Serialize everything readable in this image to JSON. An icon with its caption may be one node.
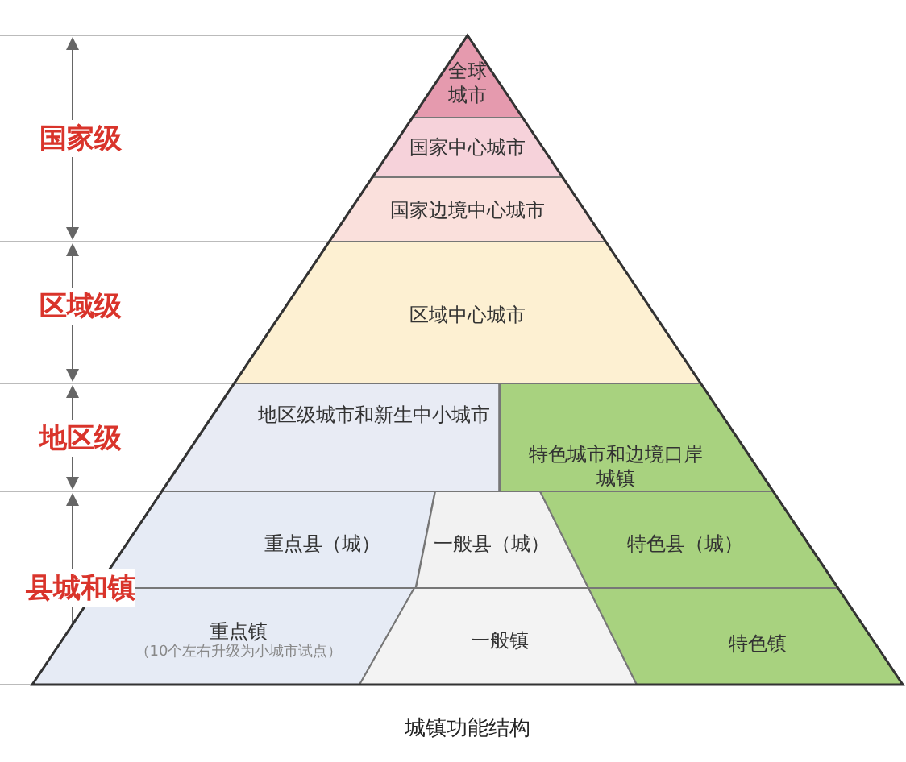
{
  "diagram": {
    "caption": "城镇功能结构",
    "nodes": [
      {
        "text": [
          "全球城市"
        ]
      },
      {
        "text": [
          "国家中心城市"
        ]
      },
      {
        "text": [
          "国家边境中心城市"
        ]
      },
      {
        "text": [
          "区域中心城市"
        ]
      },
      {
        "text": [
          "地区级城市和新生中小城市"
        ]
      },
      {
        "text": [
          "特色城市和边境口岸城镇"
        ]
      },
      {
        "text": [
          "重点县（城）"
        ]
      },
      {
        "text": [
          "一般县（城）"
        ]
      },
      {
        "text": [
          "特色县（城）"
        ]
      },
      {
        "text": [
          "重点镇",
          "（10个左右升级为小城市试点）"
        ]
      },
      {
        "text": [
          "一般镇"
        ]
      },
      {
        "text": [
          "特色镇"
        ]
      }
    ],
    "edges": [],
    "labels": [
      "国家级",
      "区域级",
      "地区级",
      "县城和镇"
    ]
  }
}
